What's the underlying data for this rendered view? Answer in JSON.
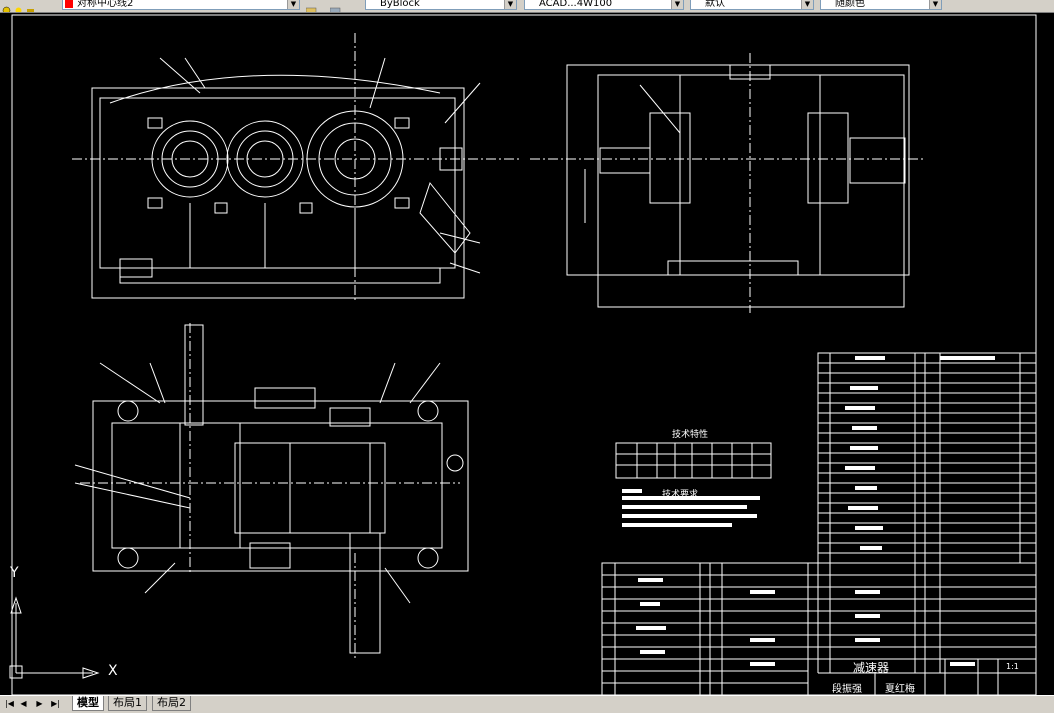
{
  "toolbar": {
    "layer_value": "对称中心线2",
    "linetype_value": "ByBlock",
    "lineweight_value": "ACAD...4W100",
    "plotstyle_value": "默认",
    "color_value": "随颜色"
  },
  "drawing": {
    "tech_characteristics_title": "技术特性",
    "tech_requirements_title": "技术要求",
    "title_block_name": "减速器",
    "designer": "段振强",
    "checker": "夏红梅",
    "scale": "1:1"
  },
  "ucs": {
    "x_label": "X",
    "y_label": "Y"
  },
  "tabs": [
    {
      "label": "模型"
    },
    {
      "label": "布局1"
    },
    {
      "label": "布局2"
    }
  ],
  "colors": {
    "canvas": "#000000",
    "lines": "#ffffff",
    "chrome": "#d4d0c8"
  }
}
